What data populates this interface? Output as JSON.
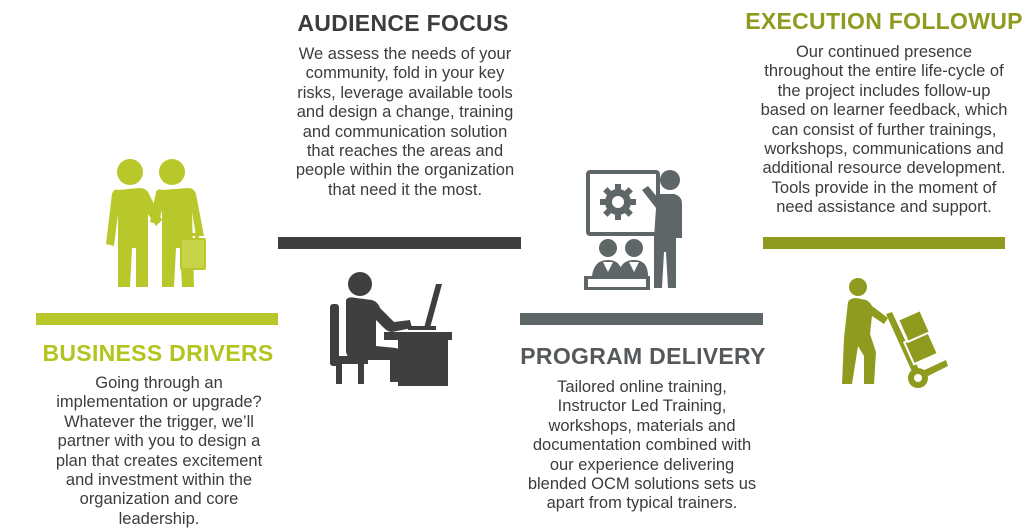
{
  "stages": {
    "audience_focus": {
      "title": "AUDIENCE FOCUS",
      "text": "We assess the needs of your\ncommunity, fold in your key\nrisks, leverage available tools\nand design a change, training\nand communication solution\nthat reaches the areas and\npeople within the organization\nthat need it the most.",
      "color": "#3f3f3f",
      "icon": "person-at-desk-icon"
    },
    "execution_followup": {
      "title": "EXECUTION FOLLOWUP",
      "text": "Our continued presence\nthroughout the entire life-cycle of\nthe project includes follow-up\nbased on learner feedback, which\ncan consist of further trainings,\nworkshops, communications and\nadditional resource development.\nTools provide in the moment of\nneed assistance and support.",
      "color": "#8e9b1e",
      "icon": "hand-truck-boxes-icon"
    },
    "business_drivers": {
      "title": "BUSINESS DRIVERS",
      "text": "Going through an\nimplementation or upgrade?\nWhatever the trigger, we’ll\npartner with you to design a\nplan that creates excitement\nand investment within the\norganization and core\nleadership.",
      "color": "#b4c41e",
      "icon": "handshake-icon"
    },
    "program_delivery": {
      "title": "PROGRAM DELIVERY",
      "text": "Tailored online training,\nInstructor Led Training,\nworkshops, materials and\ndocumentation combined with\nour experience delivering\nblended OCM solutions sets us\napart from typical trainers.",
      "color": "#5f6668",
      "icon": "presentation-icon"
    }
  }
}
